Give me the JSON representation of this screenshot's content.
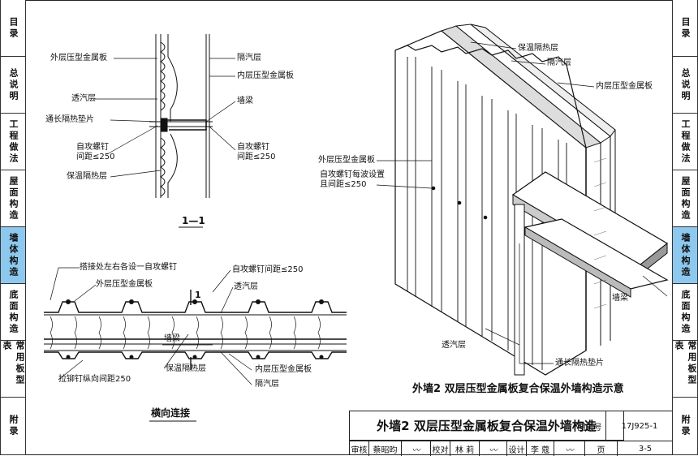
{
  "left_tabs": [
    {
      "label": "目录",
      "active": false
    },
    {
      "label": "总说明",
      "active": false
    },
    {
      "label": "工程做法",
      "active": false
    },
    {
      "label": "屋面构造",
      "active": false
    },
    {
      "label": "墙体构造",
      "active": true
    },
    {
      "label": "底面构造",
      "active": false
    },
    {
      "label": "常用板型表",
      "active": false
    },
    {
      "label": "附录",
      "active": false
    }
  ],
  "right_tabs": [
    {
      "label": "目录",
      "active": false
    },
    {
      "label": "总说明",
      "active": false
    },
    {
      "label": "工程做法",
      "active": false
    },
    {
      "label": "屋面构造",
      "active": false
    },
    {
      "label": "墙体构造",
      "active": true
    },
    {
      "label": "底面构造",
      "active": false
    },
    {
      "label": "常用板型表",
      "active": false
    },
    {
      "label": "附录",
      "active": false
    }
  ],
  "section": {
    "outer_panel": "外层压型金属板",
    "vapor_layer": "隔汽层",
    "inner_panel": "内层压型金属板",
    "permeable": "透汽层",
    "wall_beam": "墙梁",
    "strip": "通长隔热垫片",
    "screw_l1": "自攻螺钉",
    "screw_l2": "间距≤250",
    "screw_r1": "自攻螺钉",
    "screw_r2": "间距≤250",
    "insulation": "保温隔热层",
    "caption": "1—1"
  },
  "horizontal": {
    "lap_screw": "搭接处左右各设一自攻螺钉",
    "outer_panel": "外层压型金属板",
    "screw_spacing": "自攻螺钉间距≤250",
    "permeable": "透汽层",
    "wall_beam": "墙梁",
    "insulation": "保温隔热层",
    "inner_panel": "内层压型金属板",
    "rivet": "拉铆钉纵向间距250",
    "vapor": "隔汽层",
    "cut_mark": "1",
    "caption": "横向连接"
  },
  "iso": {
    "insulation": "保温隔热层",
    "vapor": "隔汽层",
    "inner_panel": "内层压型金属板",
    "outer_panel": "外层压型金属板",
    "screw1": "自攻螺钉每波设置",
    "screw2": "且间距≤250",
    "wall_beam": "墙梁",
    "permeable": "透汽层",
    "strip": "通长隔热垫片",
    "caption": "外墙2  双层压型金属板复合保温外墙构造示意"
  },
  "title_block": {
    "title": "外墙2  双层压型金属板复合保温外墙构造",
    "atlas_label": "图集号",
    "atlas_no": "17J925-1",
    "review_label": "审核",
    "reviewer": "蔡昭昀",
    "check_label": "校对",
    "checker": "林 莉",
    "design_label": "设计",
    "designer": "李 蔻",
    "page_label": "页",
    "page_no": "3-5"
  }
}
